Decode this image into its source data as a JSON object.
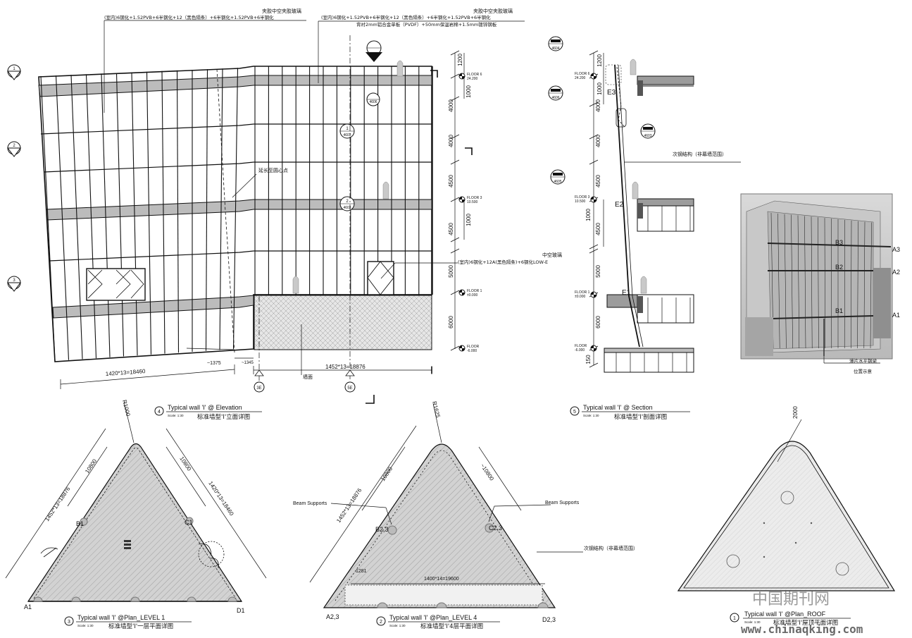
{
  "elevation": {
    "label_top_left": "夹胶中空夹胶玻璃",
    "spec_top_left": "(室内)6钢化+1.52PVB+6半钢化+12（黑色隔条）+6半钢化+1.52PVB+6半钢化",
    "label_top_right": "夹胶中空夹胶玻璃",
    "spec_top_right_1": "(室内)6钢化+1.52PVB+6半钢化+12（黑色隔条）+6半钢化+1.52PVB+6半钢化",
    "spec_top_right_2": "背衬2mm铝合金单板（PVDF）+50mm保温岩棉+1.5mm镀锌钢板",
    "note_extend": "延长至圆心点",
    "label_mid": "中空玻璃",
    "spec_mid": "(室内)6钢化+12A(黑色隔条)+6钢化LOW-E",
    "dim_left": "1420*13=18460",
    "dim_right": "1452*13=18876",
    "dim_small": "~1375",
    "dim_small2": "~1345",
    "label_wall": "墙面",
    "grid_a": "3E",
    "grid_b": "5E",
    "heights": [
      "1200",
      "4000",
      "1000",
      "4000",
      "4500",
      "4500",
      "1000",
      "5000",
      "6000"
    ],
    "floor_labels": [
      "FLOOR 6",
      "FLOOR 3",
      "FLOOR 1",
      "FLOOR"
    ],
    "floor_levels": [
      "24.200",
      "10.500",
      "±0.000",
      "-6.000"
    ],
    "marks": [
      "1",
      "2",
      "3"
    ],
    "title_num": "4",
    "title": "Typical wall 'I' @ Elevation",
    "scale": "Scale: 1:30",
    "title_cn": "标准墙型'I'立面详图"
  },
  "section": {
    "bubbles": [
      "4604",
      "4606",
      "4603",
      "4605"
    ],
    "labels": [
      "E3",
      "E2",
      "E1"
    ],
    "note_secondary": "次钢结构（非幕墙范围）",
    "heights": [
      "1200",
      "1000",
      "4000",
      "4000",
      "4500",
      "4500",
      "1000",
      "5000",
      "6000",
      "150"
    ],
    "floor_labels": [
      "FLOOR 6",
      "FLOOR 3",
      "FLOOR 1",
      "FLOOR"
    ],
    "floor_levels": [
      "24.200",
      "10.500",
      "±0.000",
      "-6.000"
    ],
    "title_num": "5",
    "title": "Typical wall 'I' @ Section",
    "scale": "Scale: 1:30",
    "title_cn": "标准墙型'I'剖面详图"
  },
  "render": {
    "labels": [
      "B3",
      "B2",
      "B1",
      "A3",
      "A2",
      "A1"
    ],
    "note_beam": "薄片水平钢梁",
    "note_pos": "位置示意"
  },
  "plan1": {
    "radius": "R1000",
    "dim_a": "10800",
    "dim_b": "10800",
    "dim_left": "1452*13=18876",
    "dim_right": "1420*13=18460",
    "corners": [
      "B1",
      "C1",
      "A1",
      "D1"
    ],
    "title_num": "3",
    "title": "Typical wall 'I' @Plan_LEVEL 1",
    "scale": "Scale: 1:30",
    "title_cn": "标准墙型'I'一层平面详图"
  },
  "plan4": {
    "radius": "R1625",
    "dim_a": "10800",
    "dim_b": "~10800",
    "dim_left": "1452*13=18876",
    "dim_bottom": "1400*14=19600",
    "dim_small": "1281",
    "beam_left": "Beam Supports",
    "beam_right": "Beam Supports",
    "note_secondary": "次钢结构（非幕墙范围）",
    "corners": [
      "B2,3",
      "C2,3",
      "A2,3",
      "D2,3"
    ],
    "title_num": "2",
    "title": "Typical wall 'I' @Plan_LEVEL 4",
    "scale": "Scale: 1:30",
    "title_cn": "标准墙型'I'4层平面详图"
  },
  "roof": {
    "dim": "2000",
    "title_num": "1",
    "title": "Typical wall 'I' @Plan_ROOF",
    "scale": "Scale: 1:30",
    "title_cn": "标准墙型'I'屋顶平面详图"
  },
  "watermark": {
    "cn": "中国期刊网",
    "url": "www.chinaqking.com"
  }
}
